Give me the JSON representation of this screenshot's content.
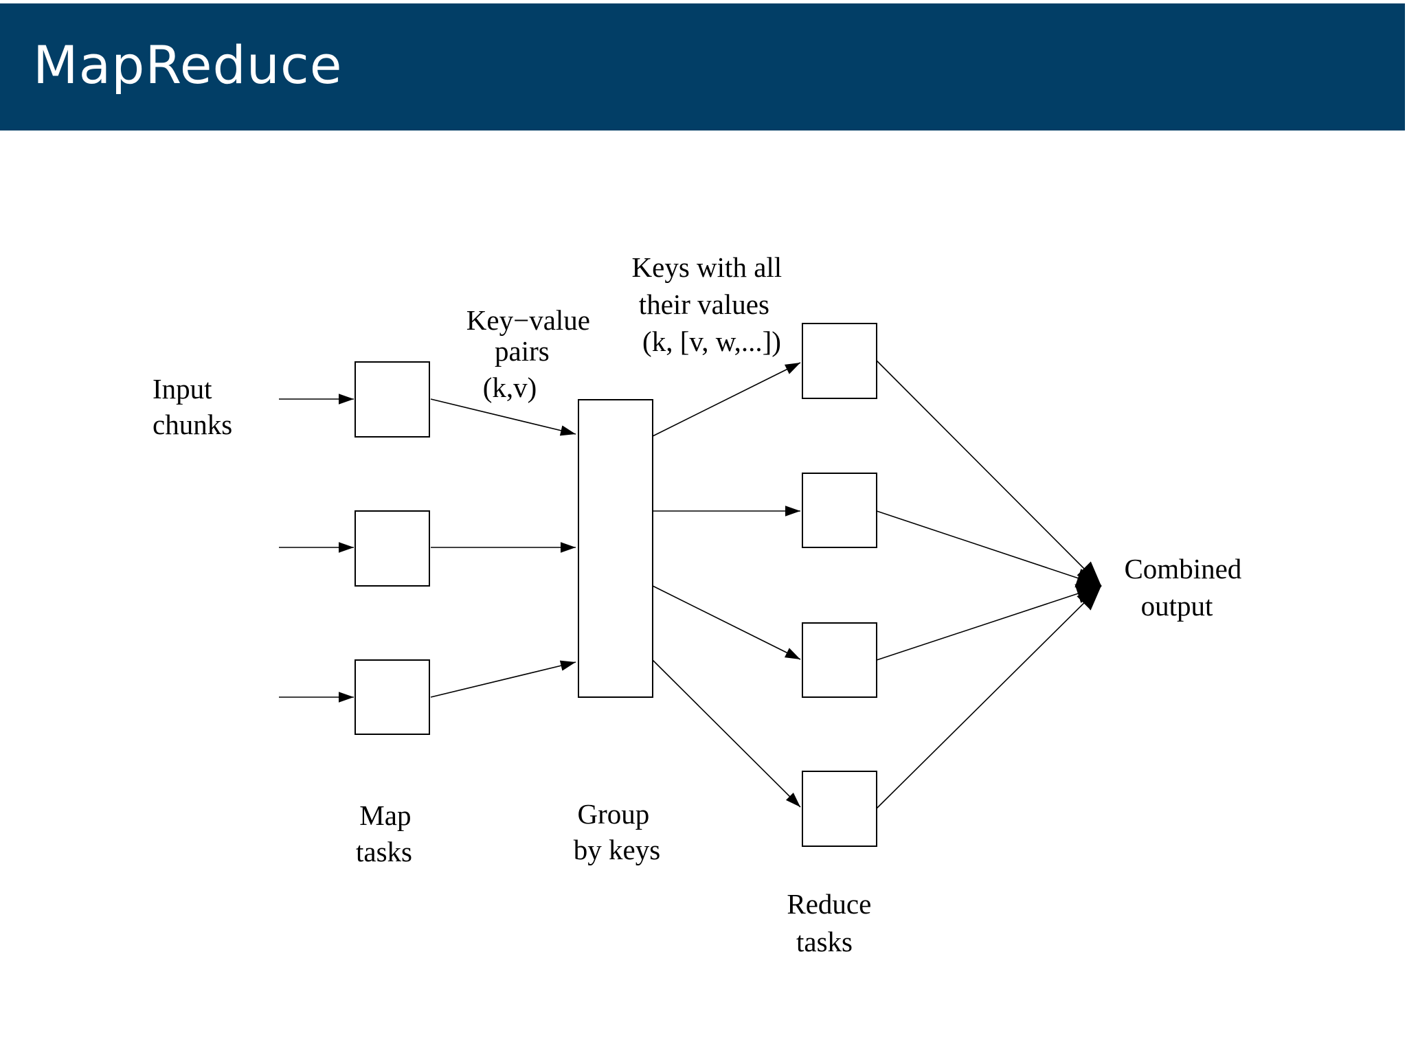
{
  "header": {
    "title": "MapReduce",
    "background_color": "#023e66",
    "text_color": "#ffffff"
  },
  "diagram": {
    "labels": {
      "input": [
        "Input",
        "chunks"
      ],
      "kv_pairs": [
        "Key−value",
        "pairs",
        "(k,v)"
      ],
      "keys_values": [
        "Keys with all",
        "their values",
        "(k, [v, w,...])"
      ],
      "map_tasks": [
        "Map",
        "tasks"
      ],
      "group": [
        "Group",
        "by keys"
      ],
      "reduce_tasks": [
        "Reduce",
        "tasks"
      ],
      "output": [
        "Combined",
        "output"
      ]
    },
    "nodes": [
      {
        "id": "map-1",
        "type": "map-task"
      },
      {
        "id": "map-2",
        "type": "map-task"
      },
      {
        "id": "map-3",
        "type": "map-task"
      },
      {
        "id": "group",
        "type": "group-by-keys"
      },
      {
        "id": "reduce-1",
        "type": "reduce-task"
      },
      {
        "id": "reduce-2",
        "type": "reduce-task"
      },
      {
        "id": "reduce-3",
        "type": "reduce-task"
      },
      {
        "id": "reduce-4",
        "type": "reduce-task"
      }
    ],
    "edges": [
      {
        "from": "input-1",
        "to": "map-1"
      },
      {
        "from": "input-2",
        "to": "map-2"
      },
      {
        "from": "input-3",
        "to": "map-3"
      },
      {
        "from": "map-1",
        "to": "group"
      },
      {
        "from": "map-2",
        "to": "group"
      },
      {
        "from": "map-3",
        "to": "group"
      },
      {
        "from": "group",
        "to": "reduce-1"
      },
      {
        "from": "group",
        "to": "reduce-2"
      },
      {
        "from": "group",
        "to": "reduce-3"
      },
      {
        "from": "group",
        "to": "reduce-4"
      },
      {
        "from": "reduce-1",
        "to": "output"
      },
      {
        "from": "reduce-2",
        "to": "output"
      },
      {
        "from": "reduce-3",
        "to": "output"
      },
      {
        "from": "reduce-4",
        "to": "output"
      }
    ]
  }
}
